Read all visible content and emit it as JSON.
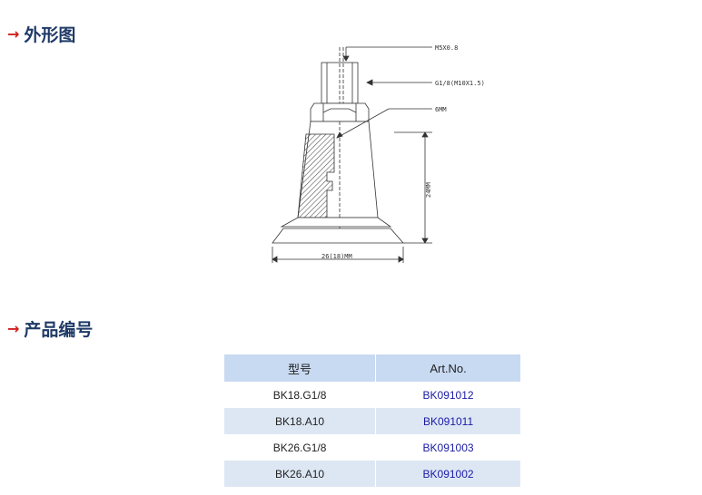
{
  "headings": {
    "arrow": "→",
    "outline": "外形图",
    "product_code": "产品编号"
  },
  "drawing": {
    "thread_top": "M5X0.8",
    "thread_main": "G1/8(M10X1.5)",
    "hex": "6MM",
    "height": "24MM",
    "width": "26(18)MM"
  },
  "table": {
    "headers": [
      "型号",
      "Art.No."
    ],
    "rows": [
      {
        "model": "BK18.G1/8",
        "art": "BK091012"
      },
      {
        "model": "BK18.A10",
        "art": "BK091011"
      },
      {
        "model": "BK26.G1/8",
        "art": "BK091003"
      },
      {
        "model": "BK26.A10",
        "art": "BK091002"
      }
    ]
  },
  "colors": {
    "heading": "#1f3a66",
    "arrow": "#d0201f",
    "table_header": "#c8daf2",
    "table_row_shade": "#dde7f4",
    "art_number": "#1a1aa6"
  }
}
